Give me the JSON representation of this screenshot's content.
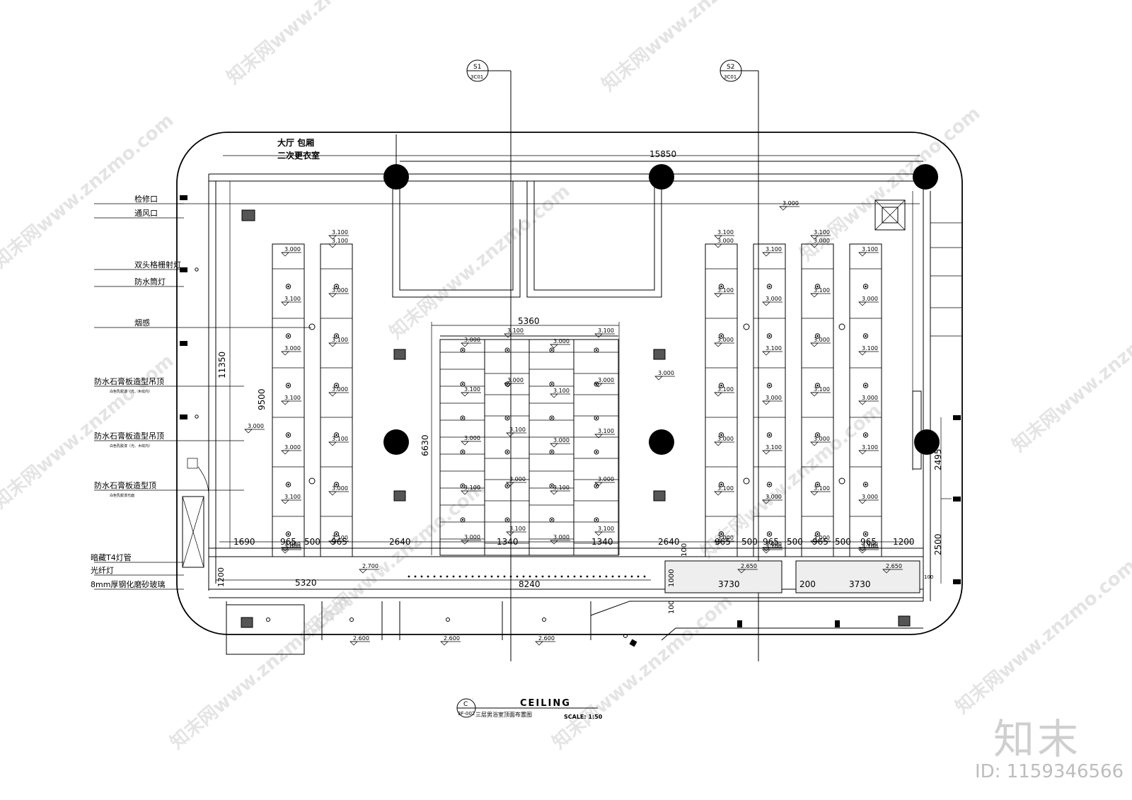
{
  "room_labels": [
    "大厅 包厢",
    "二次更衣室"
  ],
  "section_markers": [
    {
      "id": "S1",
      "sheet": "3C01"
    },
    {
      "id": "S2",
      "sheet": "3C01"
    }
  ],
  "legend": [
    {
      "label": "检修口"
    },
    {
      "label": "通风口"
    },
    {
      "label": "双头格栅射灯"
    },
    {
      "label": "防水筒灯"
    },
    {
      "label": "烟感"
    },
    {
      "label": "防水石膏板造型吊顶",
      "note": "白色乳胶漆（光、木纹内）"
    },
    {
      "label": "防水石膏板造型吊顶",
      "note": "白色乳胶漆（光、木纹内）"
    },
    {
      "label": "防水石膏板造型顶",
      "note": "白色乳胶漆光面"
    },
    {
      "label": "暗藏T4灯管"
    },
    {
      "label": "光纤灯"
    },
    {
      "label": "8mm厚钢化磨砂玻璃"
    }
  ],
  "dimensions": {
    "overall_width": "15850",
    "left_height": "11350",
    "panel_height": "9500",
    "center_width": "5360",
    "center_height": "6630",
    "right_upper": "2495",
    "right_lower": "2500",
    "bottom_strip": "1200",
    "strip_left": "5320",
    "strip_mid": "8240",
    "strip_right_a": "3730",
    "strip_right_b": "3730",
    "strip_gap": "200",
    "strip_h1": "100",
    "strip_h2": "1000",
    "strip_h3": "100",
    "strip_small": "100",
    "bottom_row": [
      "1690",
      "965",
      "500",
      "965",
      "2640",
      "1340",
      "1340",
      "2640",
      "965",
      "500",
      "965",
      "500",
      "965",
      "500",
      "965",
      "1200"
    ]
  },
  "elevations": {
    "e3000": "3.000",
    "e3100": "3.100",
    "e2700": "2.700",
    "e2650": "2.650",
    "e2600": "2.600"
  },
  "title_block": {
    "circle_top": "C",
    "circle_bottom": "3F-002",
    "title": "CEILING",
    "subtitle": "三层男浴室顶面布置图",
    "scale": "SCALE:  1:50"
  },
  "watermark": {
    "text": "知末网www.znzmo.com",
    "brand": "知末",
    "id": "ID: 1159346566"
  }
}
